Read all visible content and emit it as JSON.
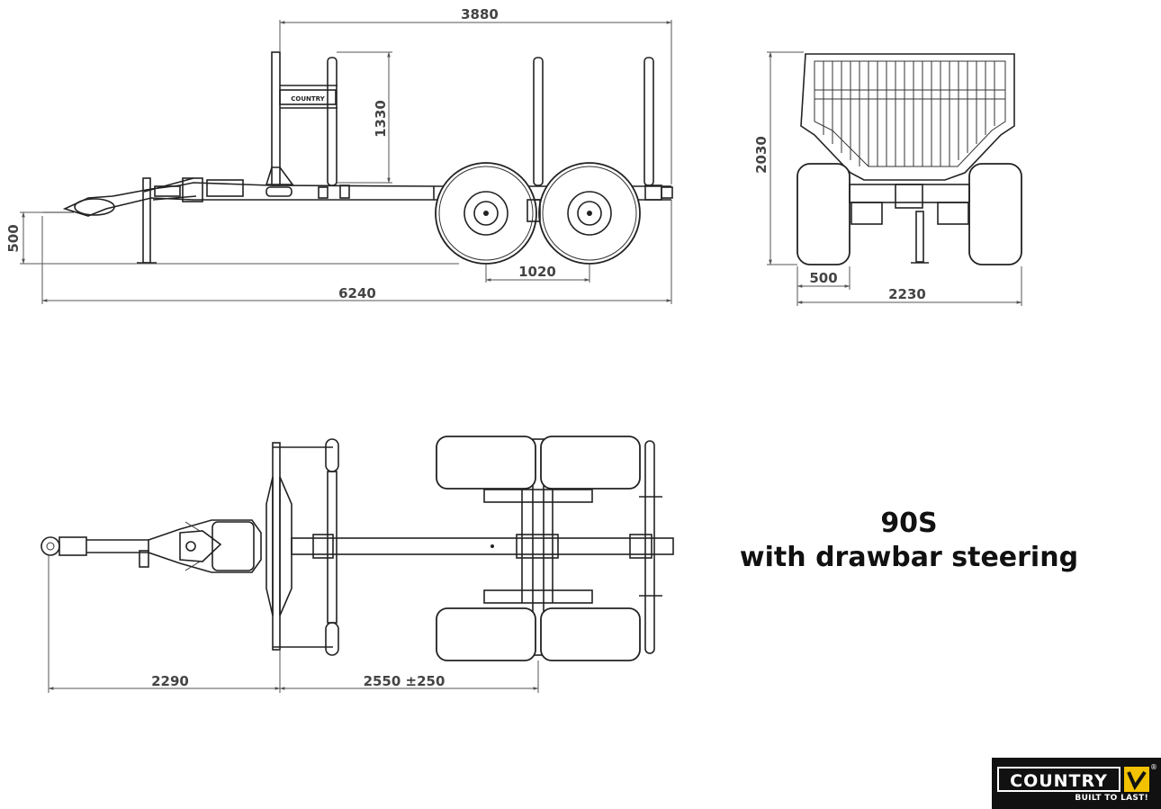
{
  "title": {
    "model": "90S",
    "subtitle": "with drawbar steering"
  },
  "dimensions": {
    "side_view": {
      "stake_span": "3880",
      "stake_height": "1330",
      "drawbar_height": "500",
      "axle_spacing": "1020",
      "overall_length": "6240"
    },
    "rear_view": {
      "overall_height": "2030",
      "wheel_width": "500",
      "overall_width": "2230"
    },
    "top_view": {
      "drawbar_length": "2290",
      "frame_length": "2550 ±250"
    }
  },
  "frame_label": "COUNTRY",
  "logo": {
    "wordmark": "COUNTRY",
    "tagline": "BUILT TO LAST!",
    "registered": "®",
    "mark_icon": "country-chevron-icon",
    "colors": {
      "background": "#111111",
      "mark": "#f2c200",
      "text": "#ffffff"
    }
  }
}
